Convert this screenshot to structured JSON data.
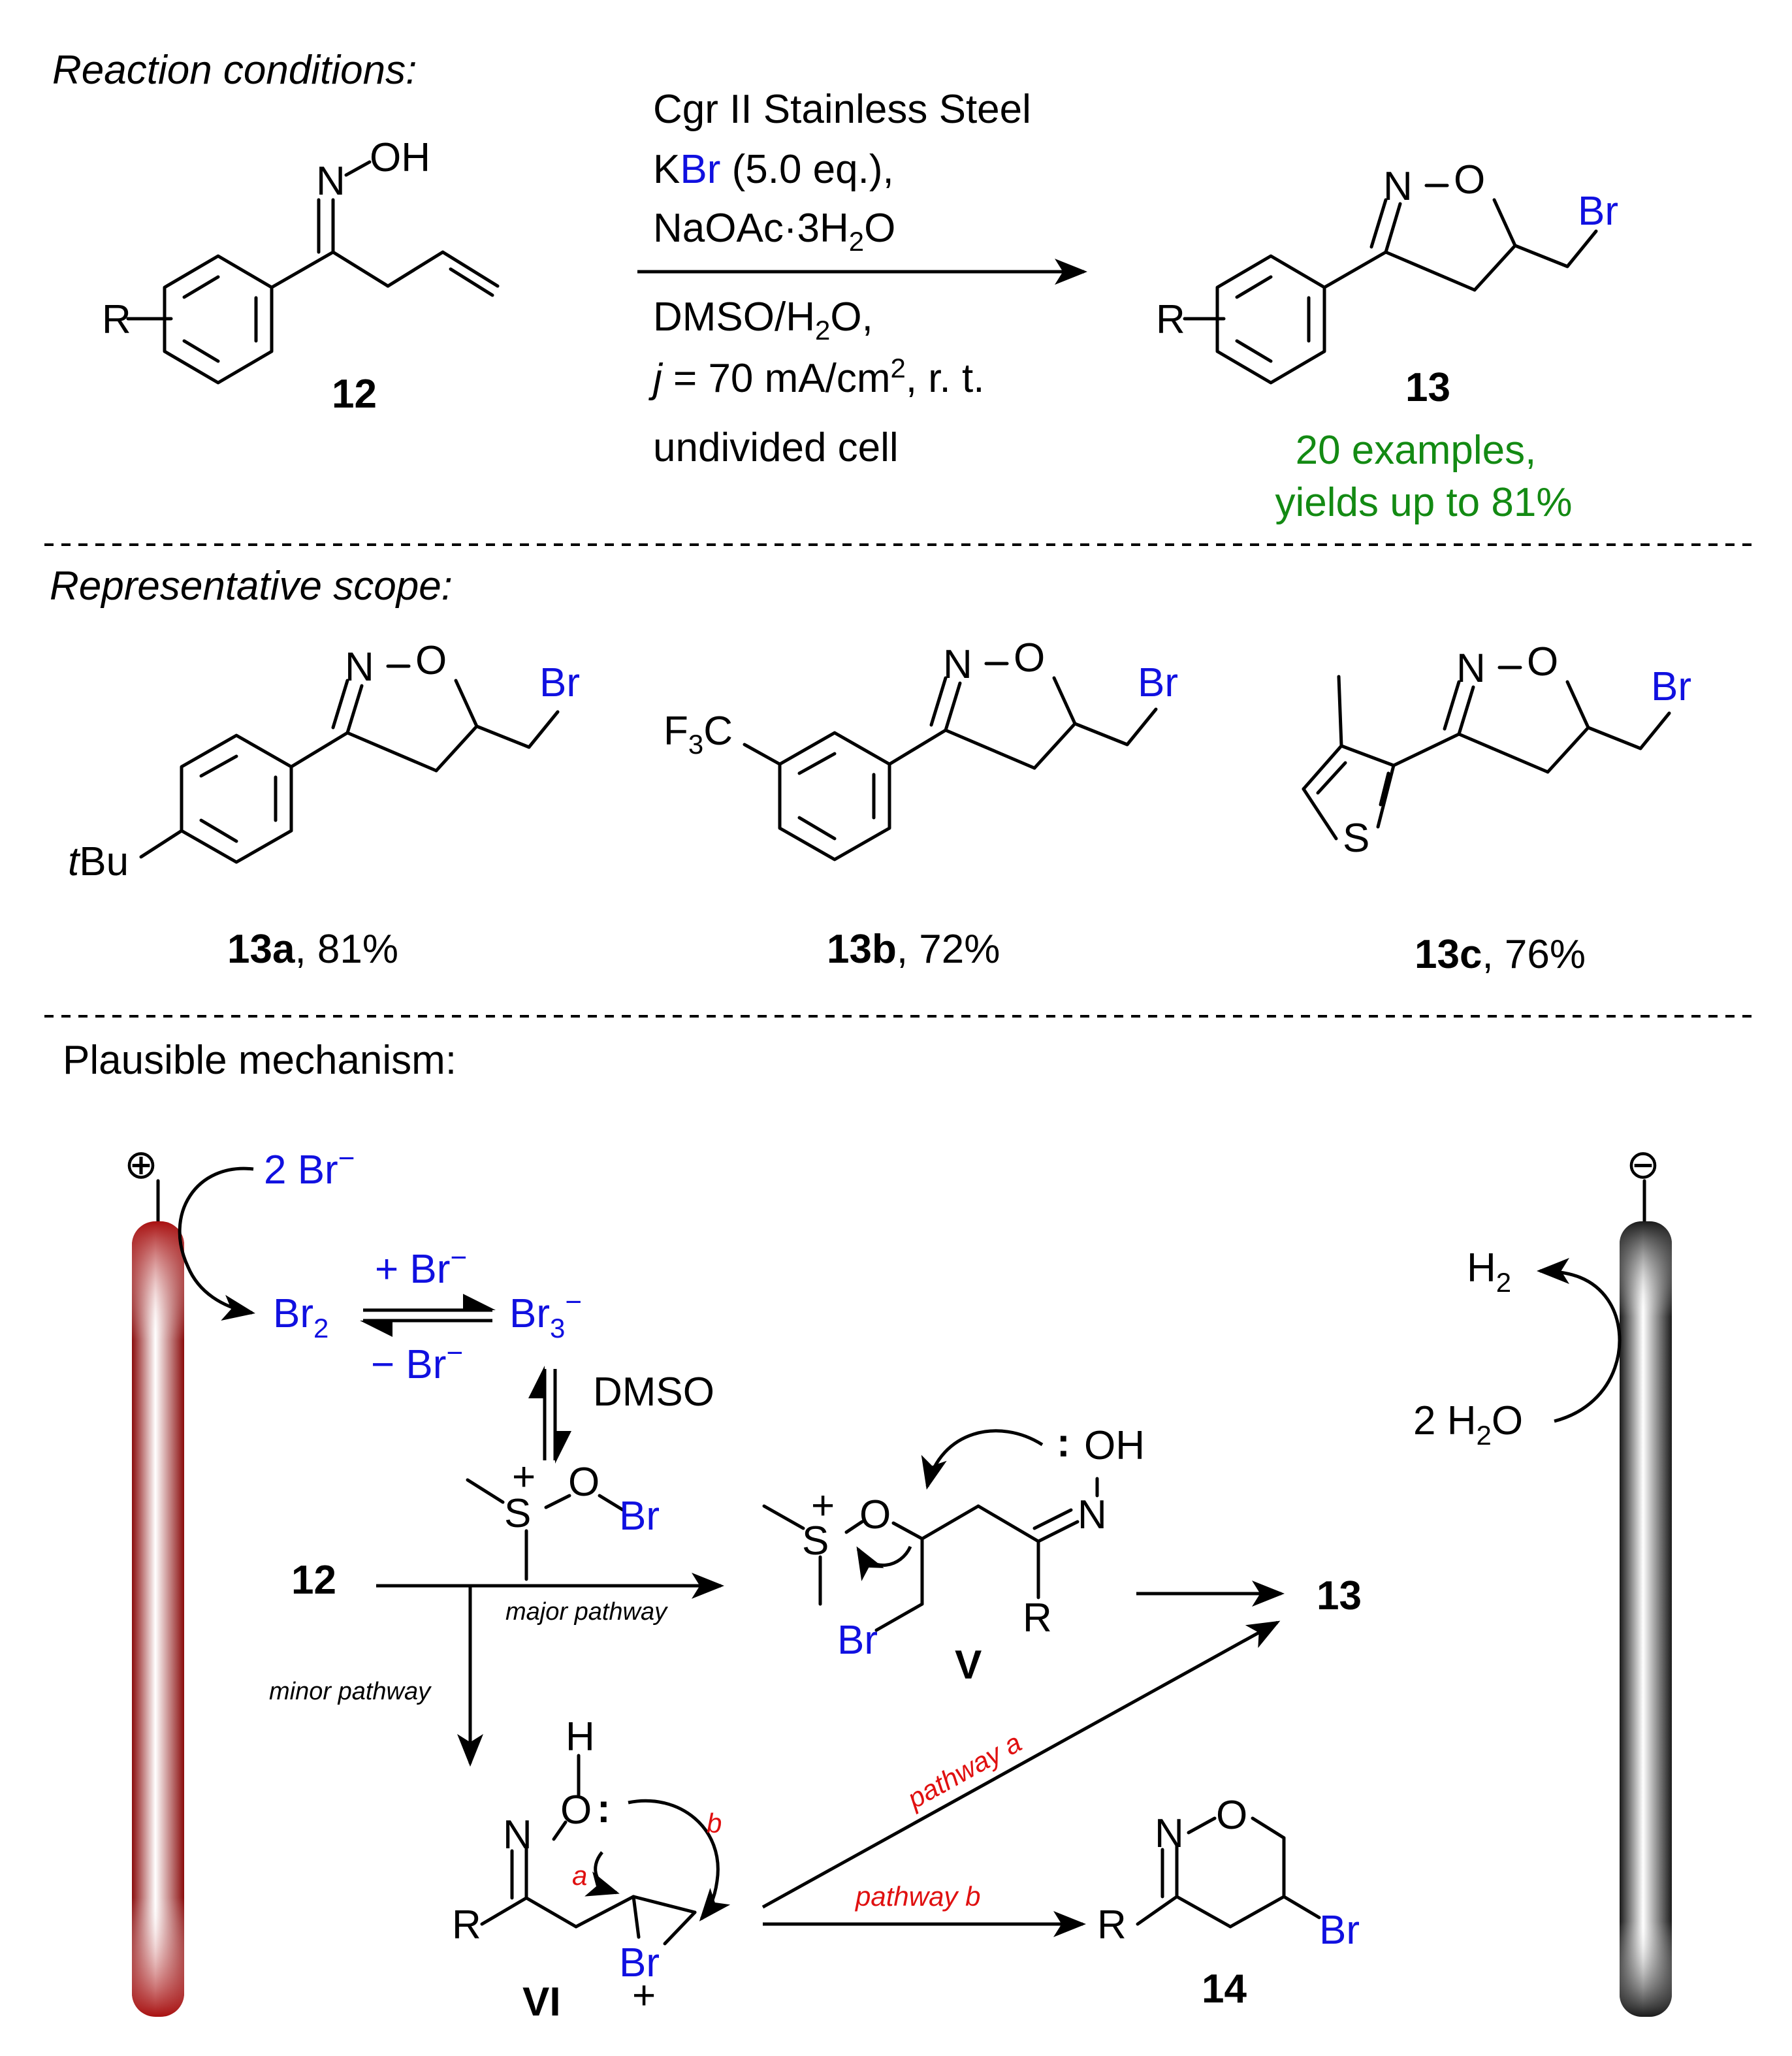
{
  "sections": {
    "conditions": "Reaction conditions:",
    "scope": "Representative scope:",
    "mechanism": "Plausible mechanism:"
  },
  "reaction": {
    "reagent_line1": "Cgr II Stainless Steel",
    "kbr_k": "K",
    "kbr_br": "Br",
    "kbr_rest": " (5.0 eq.),",
    "naoac": "NaOAc·3H",
    "naoac_sub": "2",
    "naoac_o": "O",
    "solvent_dmso": "DMSO/H",
    "solvent_sub": "2",
    "solvent_end": "O,",
    "current_j": "j",
    "current_rest": " = 70 mA/cm",
    "current_sup": "2",
    "current_end": ", r. t.",
    "cell": "undivided cell",
    "reactant_label": "12",
    "product_label": "13",
    "examples": "20 examples,",
    "yields": "yields up to 81%"
  },
  "atoms": {
    "R": "R",
    "N": "N",
    "O": "O",
    "OH": "OH",
    "Br": "Br",
    "S": "S",
    "H": "H",
    "tBu_t": "t",
    "tBu_rest": "Bu",
    "F3C_F": "F",
    "F3C_3": "3",
    "F3C_C": "C",
    "plus": "+",
    "lone_pair": ":"
  },
  "scope": [
    {
      "id": "13a",
      "yield": ", 81%"
    },
    {
      "id": "13b",
      "yield": ", 72%"
    },
    {
      "id": "13c",
      "yield": ", 76%"
    }
  ],
  "mechanism": {
    "anode_sign": "⊕",
    "cathode_sign": "⊖",
    "two_br": "2 Br",
    "minus": "−",
    "br2": "Br",
    "br2_sub": "2",
    "plus_br": "+ Br",
    "minus_br": "− Br",
    "br3": "Br",
    "br3_sub": "3",
    "dmso": "DMSO",
    "reactant": "12",
    "product": "13",
    "intermediate_v": "V",
    "intermediate_vi": "VI",
    "product_14": "14",
    "major": "major pathway",
    "minor": "minor pathway",
    "pathway_a": "pathway a",
    "pathway_b": "pathway b",
    "label_a": "a",
    "label_b": "b",
    "h2": "H",
    "h2_sub": "2",
    "water": "2 H",
    "water_sub": "2",
    "water_o": "O"
  },
  "colors": {
    "halogen": "#1010e0",
    "yield_text": "#138a13",
    "pathway": "#e01010",
    "anode": "#b01414",
    "cathode": "#1e1e1e"
  }
}
